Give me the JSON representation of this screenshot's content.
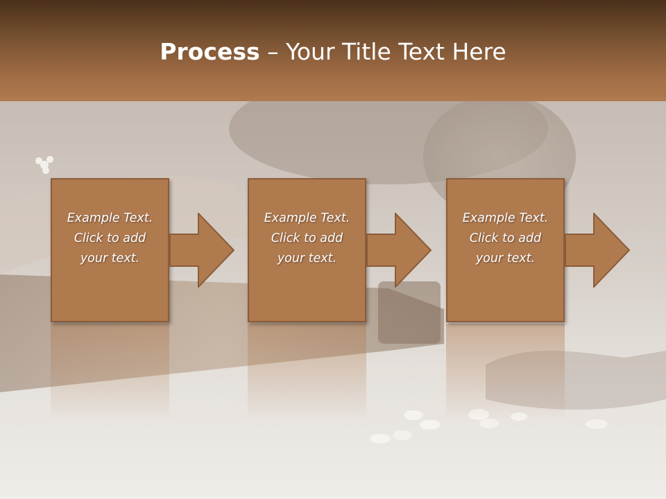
{
  "title": {
    "bold": "Process",
    "rest": " – Your Title Text Here"
  },
  "steps": [
    {
      "text": "Example Text.\nClick  to add\nyour text."
    },
    {
      "text": "Example Text.\nClick  to add\nyour text."
    },
    {
      "text": "Example Text.\nClick  to add\nyour text."
    }
  ],
  "colors": {
    "title_band": "#a06c44",
    "box_fill": "#b07a4f",
    "box_border": "#8a5c39",
    "text": "#ffffff"
  },
  "icons": [
    "arrow-right-icon"
  ]
}
